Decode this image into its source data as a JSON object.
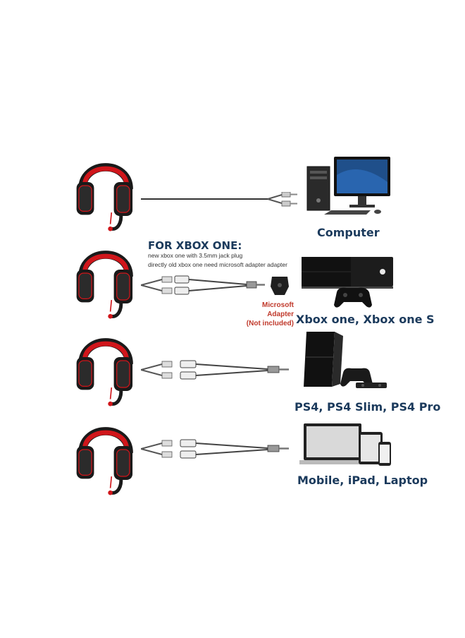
{
  "xbox_section": {
    "title": "FOR XBOX ONE:",
    "note_line1": "new xbox one with 3.5mm jack plug",
    "note_line2": "directly old xbox one need microsoft adapter adapter"
  },
  "adapter": {
    "label_line1": "Microsoft Adapter",
    "label_line2": "(Not included)"
  },
  "devices": [
    {
      "label": "Computer",
      "icon": "desktop-computer-icon"
    },
    {
      "label": "Xbox one, Xbox one S",
      "icon": "xbox-console-icon"
    },
    {
      "label": "PS4, PS4 Slim, PS4 Pro",
      "icon": "ps4-console-icon"
    },
    {
      "label": "Mobile, iPad, Laptop",
      "icon": "mobile-devices-icon"
    }
  ],
  "colors": {
    "label_blue": "#1b3a5c",
    "headset_red": "#d0161b",
    "headset_black": "#1a1a1a",
    "adapter_red": "#c0392b"
  }
}
